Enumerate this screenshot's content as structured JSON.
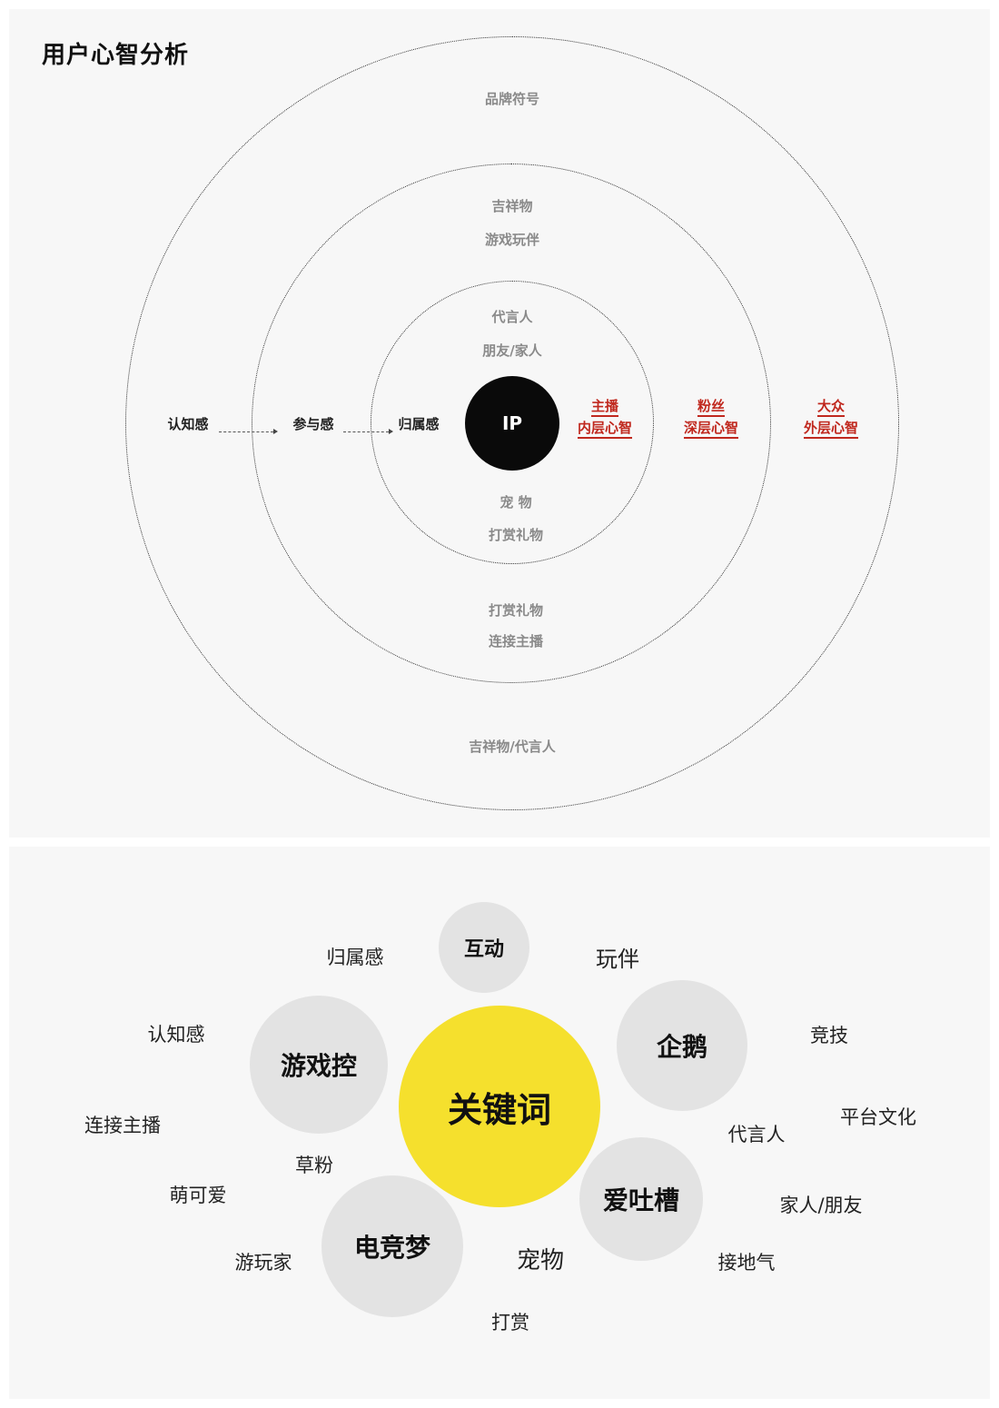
{
  "top": {
    "title": "用户心智分析",
    "core": "IP",
    "outer_ring_labels": [
      "品牌符号",
      "吉祥物/代言人"
    ],
    "mid_ring_labels": [
      "吉祥物",
      "游戏玩伴",
      "打赏礼物",
      "连接主播"
    ],
    "inner_ring_labels": [
      "代言人",
      "朋友/家人",
      "宠 物",
      "打赏礼物"
    ],
    "senses": [
      "认知感",
      "参与感",
      "归属感"
    ],
    "layers": [
      {
        "line1": "主播",
        "line2": "内层心智"
      },
      {
        "line1": "粉丝",
        "line2": "深层心智"
      },
      {
        "line1": "大众",
        "line2": "外层心智"
      }
    ],
    "colors": {
      "accent_red": "#c0281e",
      "core": "#0a0a0a"
    }
  },
  "bottom": {
    "center": "关键词",
    "bubbles": [
      "互动",
      "企鹅",
      "游戏控",
      "爱吐槽",
      "电竞梦"
    ],
    "words": [
      "归属感",
      "玩伴",
      "认知感",
      "竞技",
      "连接主播",
      "平台文化",
      "代言人",
      "草粉",
      "萌可爱",
      "家人/朋友",
      "游玩家",
      "宠物",
      "接地气",
      "打赏"
    ],
    "colors": {
      "center": "#f5e02d",
      "bubble": "#e3e3e3"
    }
  }
}
